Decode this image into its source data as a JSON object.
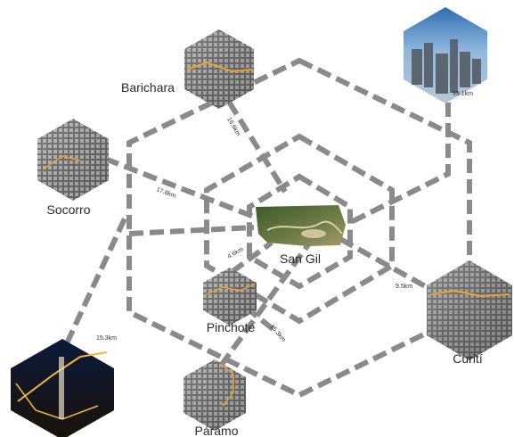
{
  "places": {
    "san_gil": "San Gil",
    "barichara": "Barichara",
    "socorro": "Socorro",
    "pinchote": "Pinchote",
    "paramo": "Páramo",
    "curiti": "Curití"
  },
  "distances": {
    "barichara": "16.6km",
    "socorro": "17.6km",
    "pinchote": "4.6km",
    "curiti": "9.5km",
    "paramo": "15.3km",
    "city_bottom_left": "15.3km",
    "city_top_right": "99.1km"
  },
  "colors": {
    "dash": "#8a8a8a",
    "road": "#f0a02a",
    "night_city": "#f2b632"
  }
}
